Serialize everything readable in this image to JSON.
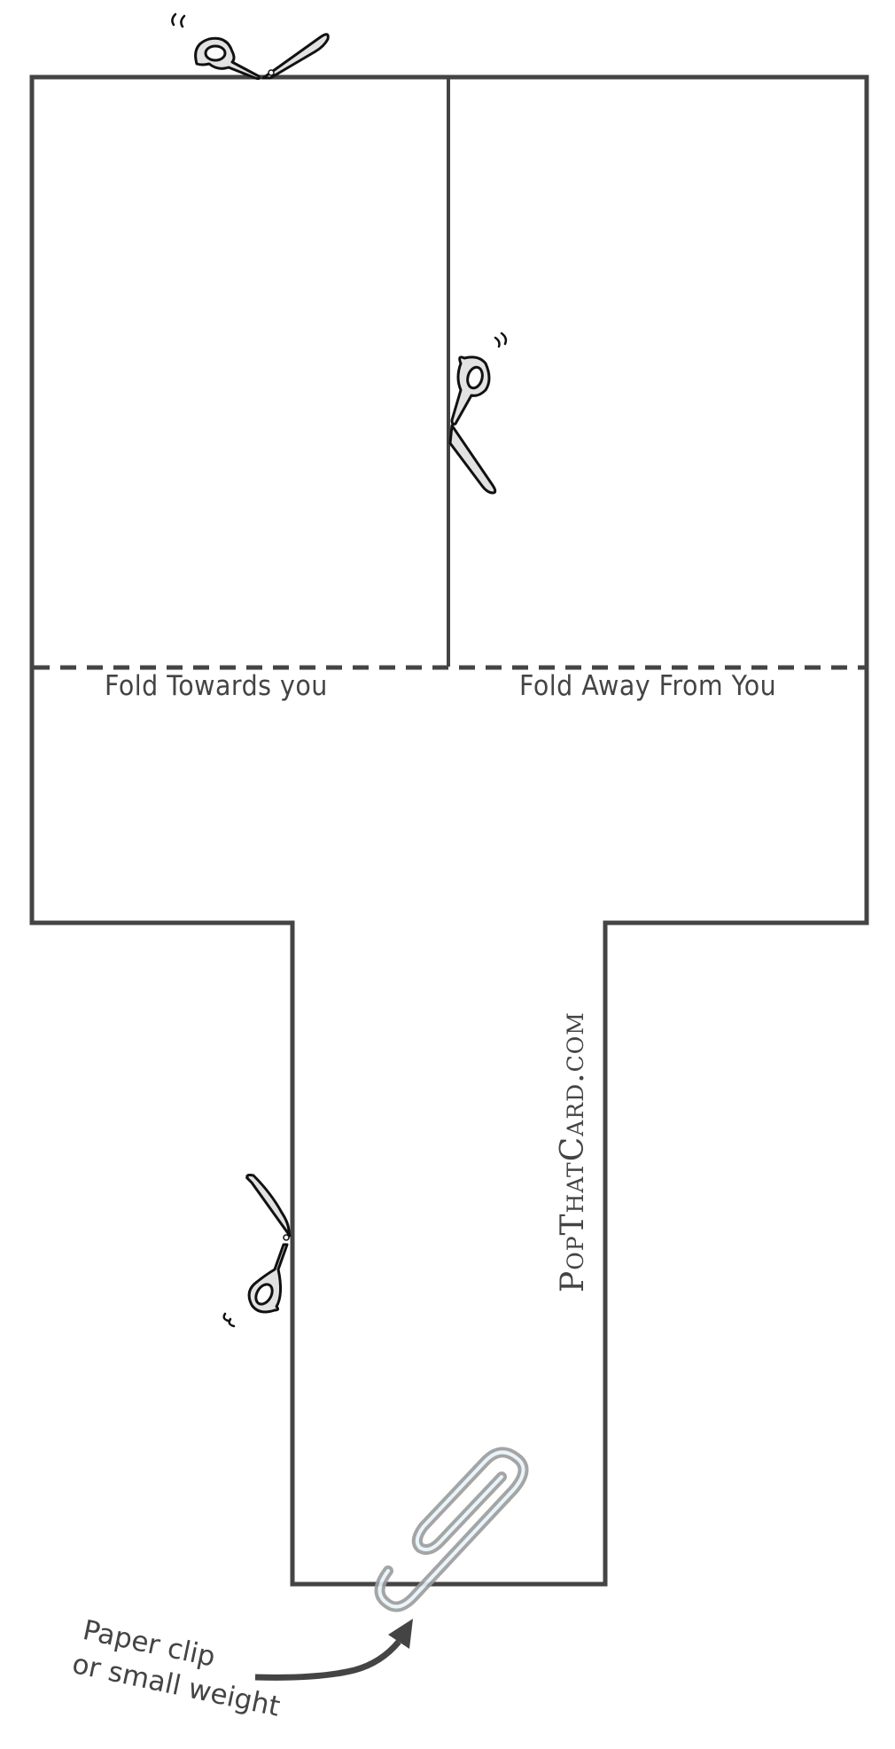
{
  "diagram": {
    "type": "pop-up card cutting template",
    "colors": {
      "outline": "#444444",
      "scissors_fill": "#e2e2e2",
      "scissors_stroke": "#111111",
      "paperclip_stroke": "#9c9c9c",
      "paperclip_highlight": "#e6f5fb",
      "background": "#ffffff"
    },
    "fold_lines": {
      "left_label": "Fold Towards you",
      "right_label": "Fold Away From You"
    },
    "brand": {
      "text": "PopThatCard.com"
    },
    "annotation": {
      "line1": "Paper clip",
      "line2": "or small weight"
    },
    "icons": [
      {
        "name": "scissors-icon",
        "location": "top edge, cut start"
      },
      {
        "name": "scissors-icon",
        "location": "middle divider, cut line"
      },
      {
        "name": "scissors-icon",
        "location": "stem left edge"
      },
      {
        "name": "paperclip-icon",
        "location": "bottom of stem"
      },
      {
        "name": "arrow-icon",
        "location": "annotation pointer to paperclip"
      }
    ]
  }
}
